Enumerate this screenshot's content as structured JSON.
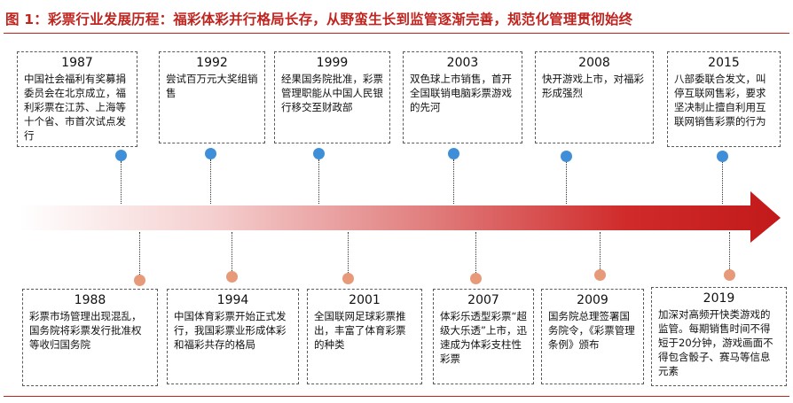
{
  "title": "图 1：彩票行业发展历程：福彩体彩并行格局长存，从野蛮生长到监管逐渐完善，规范化管理贯彻始终",
  "events_top": [
    {
      "year": "1987",
      "text": "中国社会福利有奖募捐委员会在北京成立，福利彩票在江苏、上海等十个省、市首次试点发行"
    },
    {
      "year": "1992",
      "text": "尝试百万元大奖组销售"
    },
    {
      "year": "1999",
      "text": "经果国务院批准，彩票管理职能从中国人民银行移交至财政部"
    },
    {
      "year": "2003",
      "text": "双色球上市销售，首开全国联销电脑彩票游戏的先河"
    },
    {
      "year": "2008",
      "text": "快开游戏上市，对福彩形成强烈"
    },
    {
      "year": "2015",
      "text": "八部委联合发文，叫停互联网售彩，要求坚决制止擅自利用互联网销售彩票的行为"
    }
  ],
  "events_bottom": [
    {
      "year": "1988",
      "text": "彩票市场管理出现混乱，国务院将彩票发行批准权等收归国务院"
    },
    {
      "year": "1994",
      "text": "中国体育彩票开始正式发行，我国彩票业形成体彩和福彩共存的格局"
    },
    {
      "year": "2001",
      "text": "全国联网足球彩票推出，丰富了体育彩票的种类"
    },
    {
      "year": "2007",
      "text": "体彩乐透型彩票“超级大乐透”上市，迅速成为体彩支柱性彩票"
    },
    {
      "year": "2009",
      "text": "国务院总理签署国务院令，《彩票管理条例》颁布"
    },
    {
      "year": "2019",
      "text": "加深对高频开快类游戏的监管。每期销售时间不得短于20分钟，游戏画面不得包含骰子、赛马等信息元素"
    }
  ],
  "colors": {
    "accent": "#c0241f",
    "top_dot": "#3f8fd8",
    "bottom_dot": "#e79a7a",
    "arrow": "#c21a1a"
  }
}
